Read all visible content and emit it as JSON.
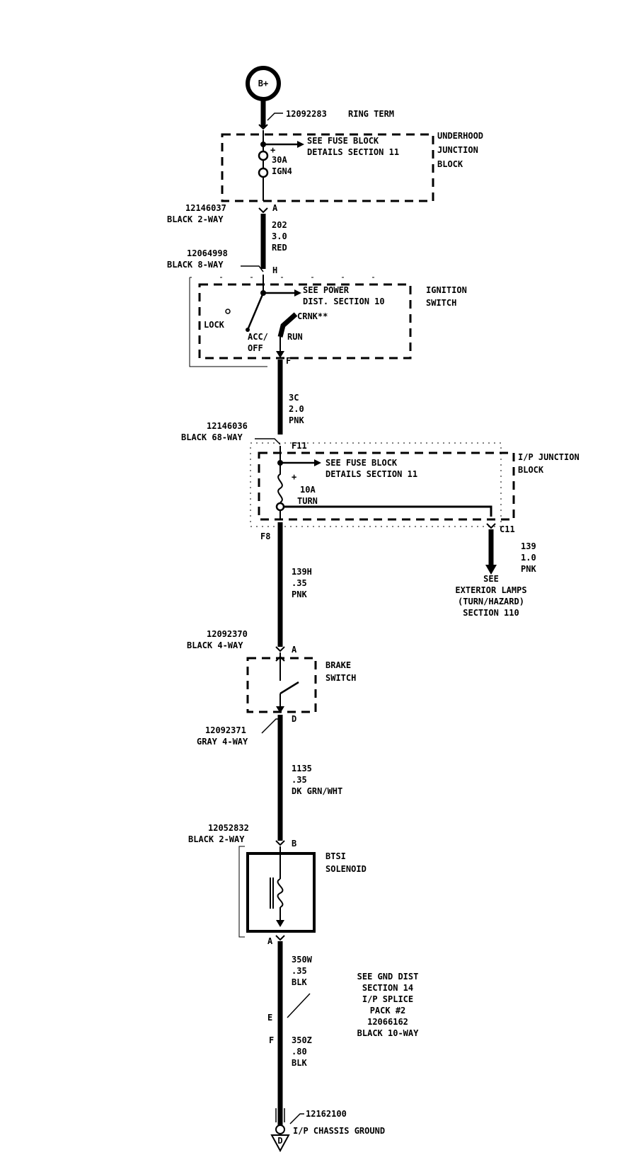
{
  "battery": {
    "symbol": "B+"
  },
  "ring_terminal": {
    "part": "12092283",
    "type": "RING TERM"
  },
  "underhood_junction_block": {
    "name": [
      "UNDERHOOD",
      "JUNCTION",
      "BLOCK"
    ],
    "note": [
      "SEE FUSE BLOCK",
      "DETAILS SECTION 11"
    ],
    "fuse_amp": "30A",
    "fuse_name": "IGN4",
    "plus": "+"
  },
  "connector_1": {
    "part": "12146037",
    "desc": "BLACK 2-WAY",
    "pin": "A"
  },
  "wire_202": {
    "circuit": "202",
    "size": "3.0",
    "color": "RED"
  },
  "connector_2": {
    "part": "12064998",
    "desc": "BLACK 8-WAY",
    "pin": "H"
  },
  "ignition_switch": {
    "name": [
      "IGNITION",
      "SWITCH"
    ],
    "note": [
      "SEE POWER",
      "DIST. SECTION 10"
    ],
    "positions": {
      "lock": "LOCK",
      "acc": "ACC/",
      "off": "OFF",
      "run": "RUN",
      "crnk": "CRNK**"
    },
    "out_pin": "F"
  },
  "wire_3c": {
    "circuit": "3C",
    "size": "2.0",
    "color": "PNK"
  },
  "connector_3": {
    "part": "12146036",
    "desc": "BLACK 68-WAY",
    "pin": "F11"
  },
  "ip_junction_block": {
    "name": [
      "I/P JUNCTION",
      "BLOCK"
    ],
    "note": [
      "SEE FUSE BLOCK",
      "DETAILS SECTION 11"
    ],
    "fuse_amp": "10A",
    "fuse_name": "TURN",
    "plus": "+",
    "out_pin": "F8",
    "branch_pin": "C11"
  },
  "wire_139": {
    "circuit": "139",
    "size": "1.0",
    "color": "PNK"
  },
  "exterior_lamps_note": [
    "SEE",
    "EXTERIOR LAMPS",
    "(TURN/HAZARD)",
    "SECTION 110"
  ],
  "wire_139h": {
    "circuit": "139H",
    "size": ".35",
    "color": "PNK"
  },
  "connector_4": {
    "part": "12092370",
    "desc": "BLACK 4-WAY",
    "pin": "A"
  },
  "brake_switch": {
    "name": [
      "BRAKE",
      "SWITCH"
    ]
  },
  "connector_5": {
    "part": "12092371",
    "desc": "GRAY 4-WAY",
    "pin": "D"
  },
  "wire_1135": {
    "circuit": "1135",
    "size": ".35",
    "color": "DK GRN/WHT"
  },
  "connector_6": {
    "part": "12052832",
    "desc": "BLACK 2-WAY",
    "pin": "B"
  },
  "btsi_solenoid": {
    "name": [
      "BTSI",
      "SOLENOID"
    ],
    "out_pin": "A"
  },
  "wire_350w": {
    "circuit": "350W",
    "size": ".35",
    "color": "BLK"
  },
  "splice": {
    "pin_e": "E",
    "pin_f": "F",
    "note": [
      "SEE GND DIST",
      "SECTION 14",
      "I/P SPLICE",
      "PACK #2",
      "12066162",
      "BLACK 10-WAY"
    ]
  },
  "wire_350z": {
    "circuit": "350Z",
    "size": ".80",
    "color": "BLK"
  },
  "ground": {
    "part": "12162100",
    "name": "I/P CHASSIS GROUND",
    "ref": "D"
  }
}
